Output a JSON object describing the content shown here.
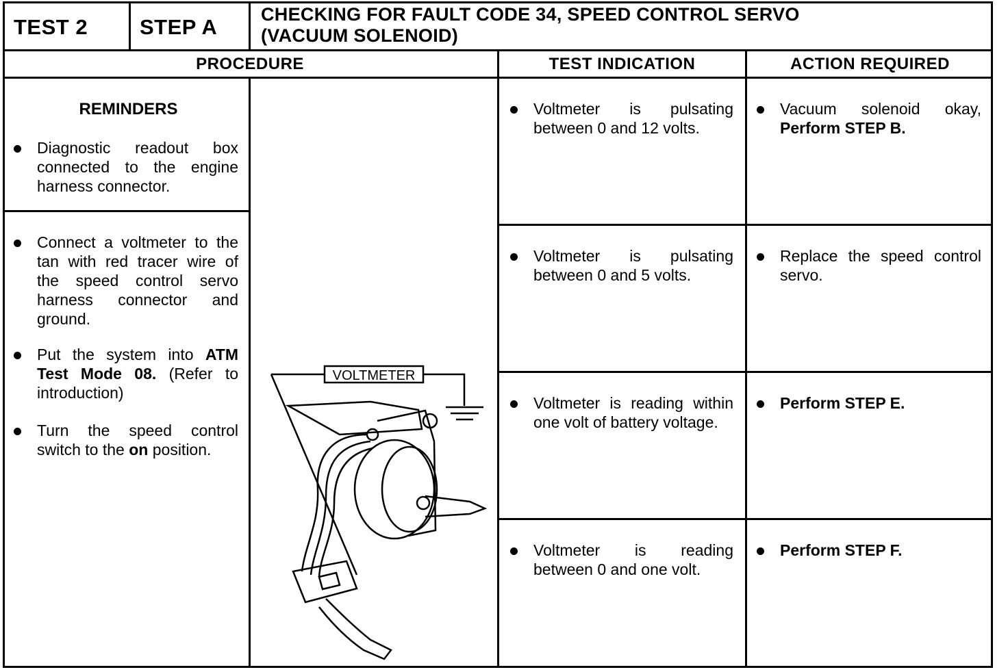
{
  "header": {
    "test": "TEST 2",
    "step": "STEP A",
    "title_line1": "CHECKING FOR FAULT CODE 34, SPEED CONTROL SERVO",
    "title_line2": "(VACUUM SOLENOID)"
  },
  "columns": {
    "procedure": "PROCEDURE",
    "test_indication": "TEST INDICATION",
    "action_required": "ACTION REQUIRED"
  },
  "reminders": {
    "title": "REMINDERS",
    "item": "Diagnostic readout box connected to the engine harness connector."
  },
  "procedure_steps": {
    "step1": "Connect a voltmeter to the tan with red tracer wire of the speed control servo harness connector and ground.",
    "step2_prefix": "Put the system into ",
    "step2_bold": "ATM Test Mode 08.",
    "step2_suffix": " (Refer to introduction)",
    "step3_prefix": "Turn the speed control switch to the ",
    "step3_bold": "on",
    "step3_suffix": " position."
  },
  "diagram": {
    "voltmeter_label": "VOLTMETER"
  },
  "rows": [
    {
      "indication": "Voltmeter is pulsating between 0 and 12 volts.",
      "action_text": "Vacuum solenoid okay,",
      "action_bold": "Perform STEP B."
    },
    {
      "indication": "Voltmeter is pulsating between 0 and 5 volts.",
      "action_text": "Replace the speed control servo.",
      "action_bold": ""
    },
    {
      "indication": "Voltmeter is reading within one volt of battery voltage.",
      "action_text": "",
      "action_bold": "Perform STEP E."
    },
    {
      "indication": "Voltmeter is reading between 0 and one volt.",
      "action_text": "",
      "action_bold": "Perform STEP F."
    }
  ]
}
